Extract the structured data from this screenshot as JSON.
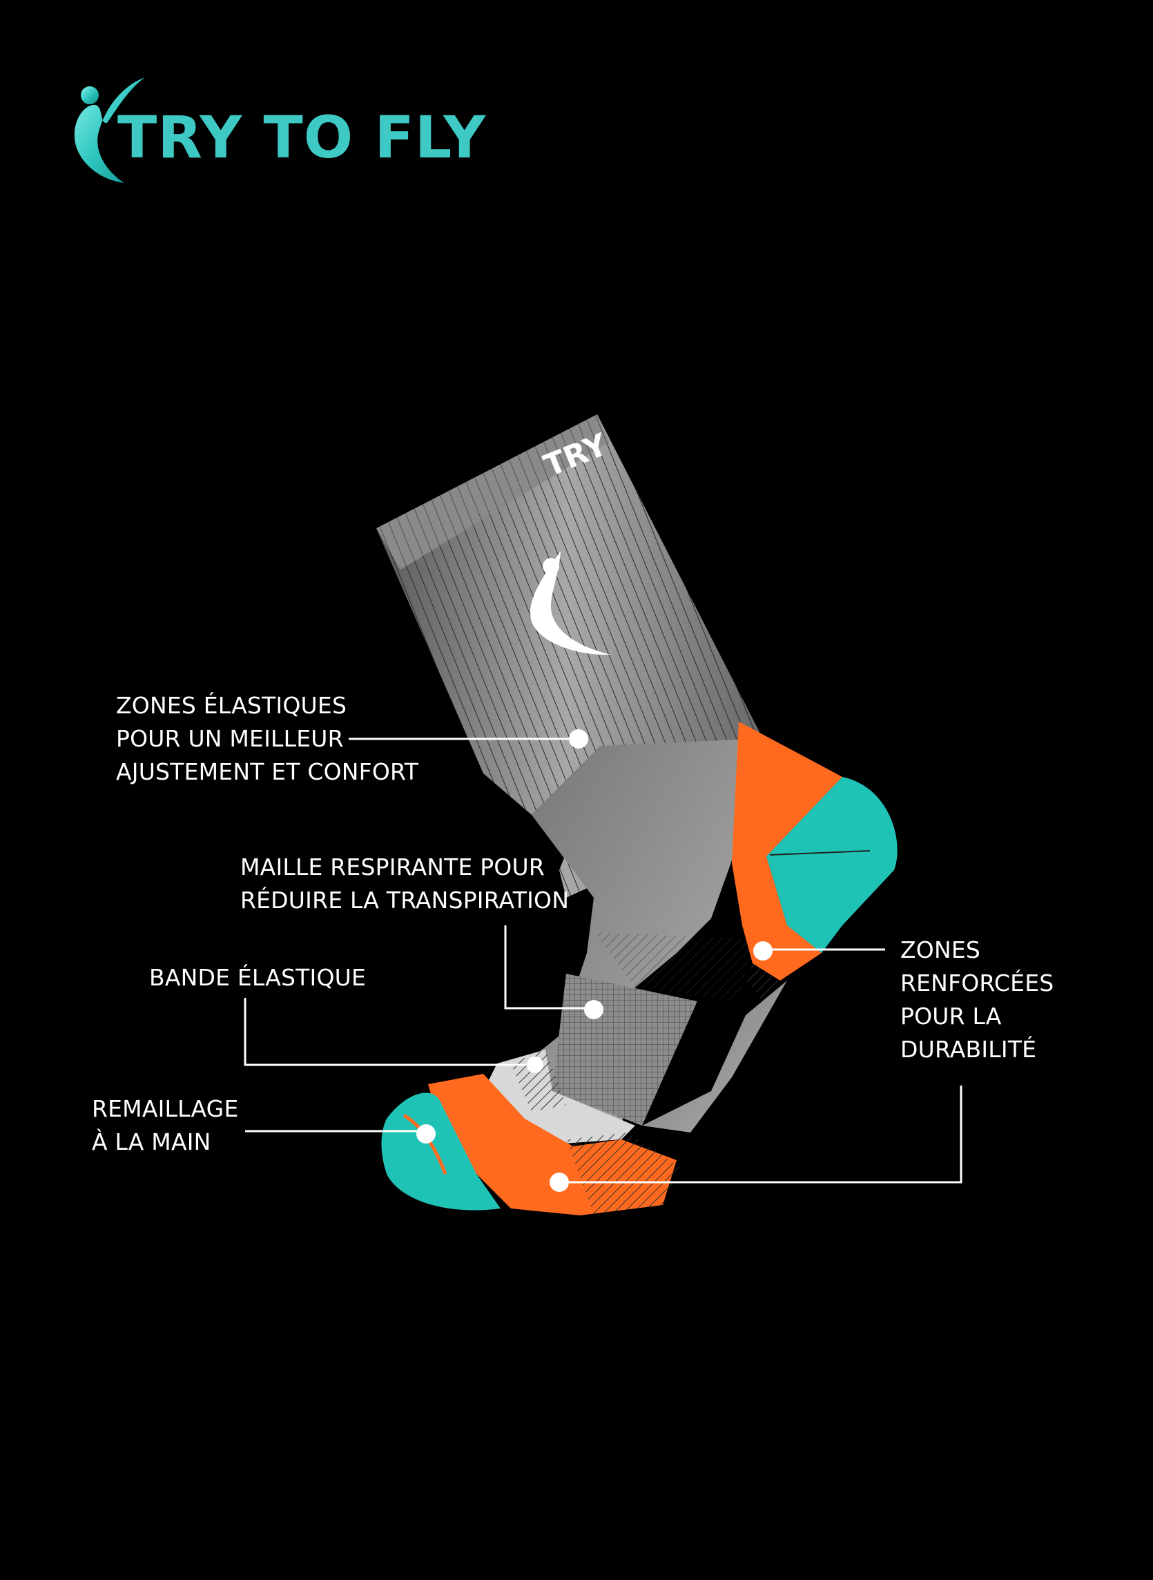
{
  "brand": {
    "name": "TRY TO FLY",
    "cuff_text": "TRY",
    "colors": {
      "background": "#000000",
      "teal": "#1fc3b6",
      "orange": "#ff6a1f",
      "grey": "#8a8a8a",
      "text": "#ffffff"
    },
    "icons": [
      "flying-person-logo-icon"
    ]
  },
  "callouts": {
    "elastic_zones": "ZONES ÉLASTIQUES\nPOUR UN MEILLEUR\nAJUSTEMENT ET CONFORT",
    "breathable_mesh": "MAILLE RESPIRANTE POUR\nRÉDUIRE LA TRANSPIRATION",
    "elastic_band": "BANDE ÉLASTIQUE",
    "hand_linking": "REMAILLAGE\nÀ LA MAIN",
    "reinforced_zones": "ZONES\nRENFORCÉES\nPOUR LA\nDURABILITÉ"
  }
}
